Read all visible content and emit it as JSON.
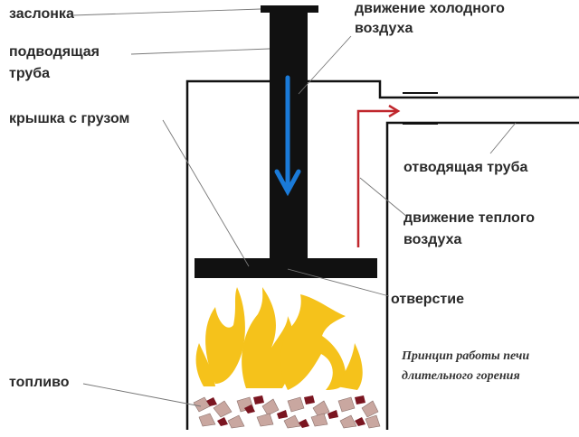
{
  "labels": {
    "damper": "заслонка",
    "supply_pipe_1": "подводящая",
    "supply_pipe_2": "труба",
    "weighted_lid": "крышка с грузом",
    "cold_air_1": "движение холодного",
    "cold_air_2": "воздуха",
    "exhaust_pipe": "отводящая труба",
    "warm_air_1": "движение теплого",
    "warm_air_2": "воздуха",
    "opening": "отверстие",
    "fuel": "топливо"
  },
  "caption": {
    "line1": "Принцип работы печи",
    "line2": "длительного горения"
  },
  "colors": {
    "structure": "#111111",
    "cold_air_arrow": "#1a7ad8",
    "warm_air_arrow": "#c0272d",
    "flame": "#f5c21b",
    "fuel_dark": "#7a1520",
    "fuel_light": "#c9a7a0",
    "leader": "#777777"
  }
}
